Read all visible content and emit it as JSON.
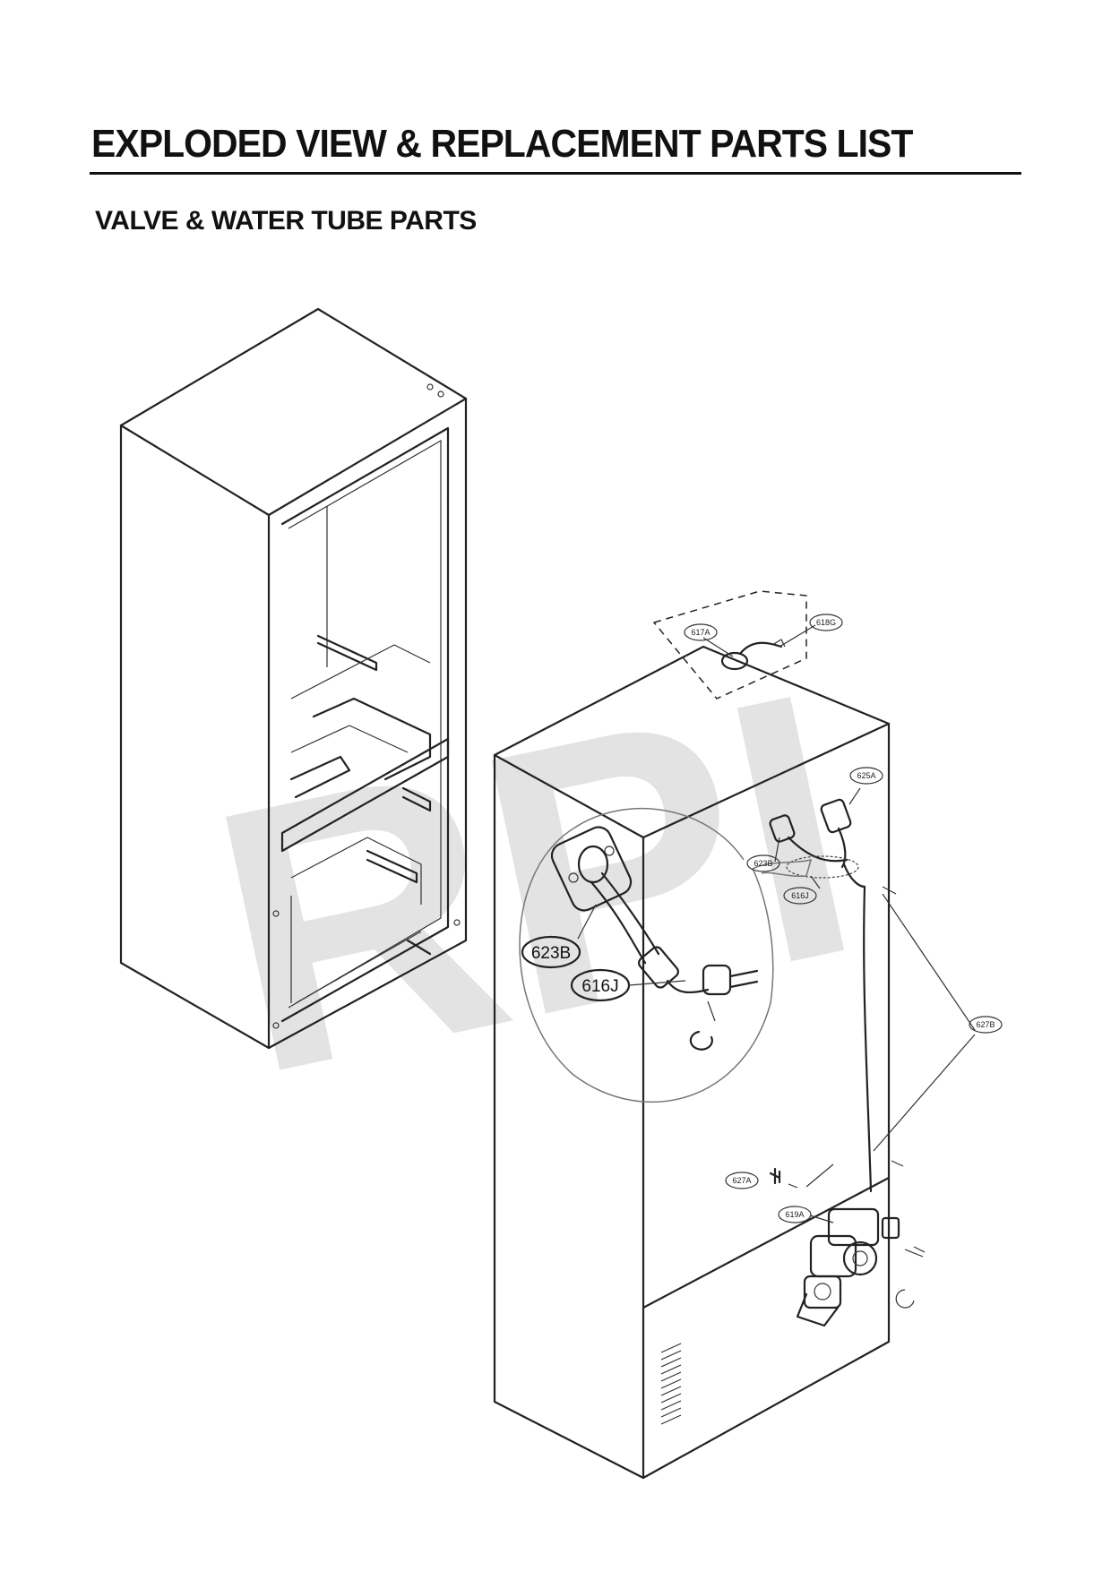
{
  "header": {
    "title": "EXPLODED VIEW & REPLACEMENT PARTS LIST",
    "subtitle": "VALVE & WATER TUBE PARTS"
  },
  "watermark": {
    "text": "RPI",
    "color": "#e3e3e3"
  },
  "callouts": {
    "p617A": "617A",
    "p618G": "618G",
    "p625A": "625A",
    "p623B_small": "623B",
    "p616J_small": "616J",
    "p627B": "627B",
    "p627A": "627A",
    "p619A": "619A",
    "p623B_large": "623B",
    "p616J_large": "616J"
  },
  "colors": {
    "ink": "#222222",
    "background": "#ffffff"
  }
}
